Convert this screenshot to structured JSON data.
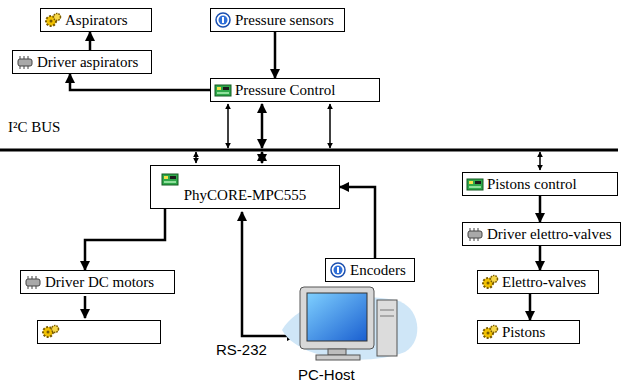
{
  "diagram": {
    "nodes": [
      {
        "text": [
          "Aspirators"
        ]
      },
      {
        "text": [
          "Driver aspirators"
        ]
      },
      {
        "text": [
          "Pressure sensors"
        ]
      },
      {
        "text": [
          "Pressure Control"
        ]
      },
      {
        "text": [
          "PhyCORE-MPC555"
        ]
      },
      {
        "text": [
          "Pistons control"
        ]
      },
      {
        "text": [
          "Driver elettro-valves"
        ]
      },
      {
        "text": [
          "Encoders"
        ]
      },
      {
        "text": [
          "Elettro-valves"
        ]
      },
      {
        "text": [
          "Driver DC motors"
        ]
      },
      {
        "text": [
          "Pistons"
        ]
      }
    ],
    "edges": [
      {
        "from": 2,
        "to": 3,
        "arrow": "to"
      },
      {
        "from": 3,
        "to": 1,
        "arrow": "to"
      },
      {
        "from": 1,
        "to": 0,
        "arrow": "to"
      },
      {
        "from": 7,
        "to": 4,
        "arrow": "to"
      },
      {
        "from": 4,
        "to": 9,
        "arrow": "to"
      },
      {
        "from": 5,
        "to": 6,
        "arrow": "to"
      },
      {
        "from": 6,
        "to": 8,
        "arrow": "to"
      },
      {
        "from": 8,
        "to": 10,
        "arrow": "to"
      }
    ],
    "labels": [
      "I²C BUS",
      "RS-232",
      "PC-Host"
    ]
  }
}
